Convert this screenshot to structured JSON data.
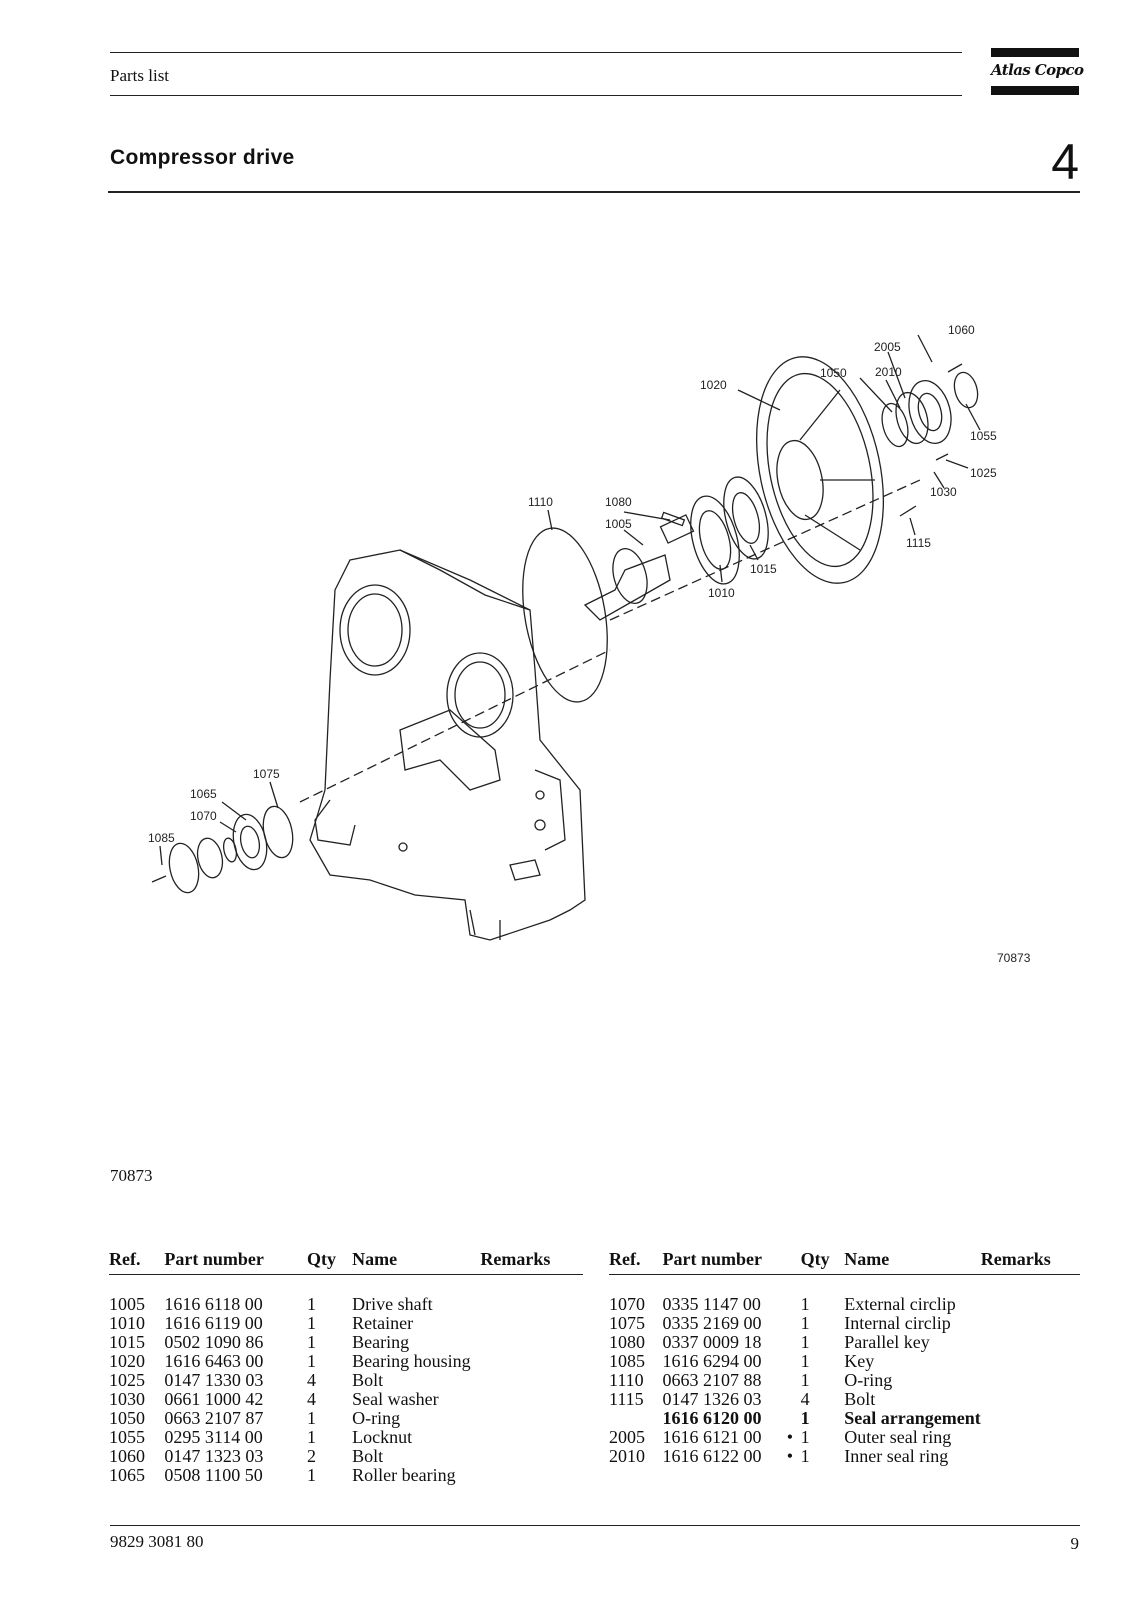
{
  "header": {
    "section_label": "Parts list",
    "brand": "Atlas Copco"
  },
  "title": {
    "text": "Compressor drive",
    "chapter": "4"
  },
  "drawing": {
    "drawing_number": "70873",
    "callouts": [
      "1060",
      "2005",
      "1050",
      "2010",
      "1020",
      "1055",
      "1025",
      "1030",
      "1110",
      "1080",
      "1005",
      "1115",
      "1015",
      "1010",
      "1075",
      "1065",
      "1070",
      "1085"
    ]
  },
  "figure_number": "70873",
  "table_headers": {
    "ref": "Ref.",
    "part_number": "Part number",
    "qty": "Qty",
    "name": "Name",
    "remarks": "Remarks"
  },
  "parts_left": [
    {
      "ref": "1005",
      "part_number": "1616 6118 00",
      "mark": "",
      "qty": "1",
      "name": "Drive shaft",
      "remarks": ""
    },
    {
      "ref": "1010",
      "part_number": "1616 6119 00",
      "mark": "",
      "qty": "1",
      "name": "Retainer",
      "remarks": ""
    },
    {
      "ref": "1015",
      "part_number": "0502 1090 86",
      "mark": "",
      "qty": "1",
      "name": "Bearing",
      "remarks": ""
    },
    {
      "ref": "1020",
      "part_number": "1616 6463 00",
      "mark": "",
      "qty": "1",
      "name": "Bearing housing",
      "remarks": ""
    },
    {
      "ref": "1025",
      "part_number": "0147 1330 03",
      "mark": "",
      "qty": "4",
      "name": "Bolt",
      "remarks": ""
    },
    {
      "ref": "1030",
      "part_number": "0661 1000 42",
      "mark": "",
      "qty": "4",
      "name": "Seal washer",
      "remarks": ""
    },
    {
      "ref": "1050",
      "part_number": "0663 2107 87",
      "mark": "",
      "qty": "1",
      "name": "O-ring",
      "remarks": ""
    },
    {
      "ref": "1055",
      "part_number": "0295 3114 00",
      "mark": "",
      "qty": "1",
      "name": "Locknut",
      "remarks": ""
    },
    {
      "ref": "1060",
      "part_number": "0147 1323 03",
      "mark": "",
      "qty": "2",
      "name": "Bolt",
      "remarks": ""
    },
    {
      "ref": "1065",
      "part_number": "0508 1100 50",
      "mark": "",
      "qty": "1",
      "name": "Roller bearing",
      "remarks": ""
    }
  ],
  "parts_right": [
    {
      "ref": "1070",
      "part_number": "0335 1147 00",
      "mark": "",
      "qty": "1",
      "name": "External circlip",
      "remarks": "",
      "bold": false
    },
    {
      "ref": "1075",
      "part_number": "0335 2169 00",
      "mark": "",
      "qty": "1",
      "name": "Internal circlip",
      "remarks": "",
      "bold": false
    },
    {
      "ref": "1080",
      "part_number": "0337 0009 18",
      "mark": "",
      "qty": "1",
      "name": "Parallel key",
      "remarks": "",
      "bold": false
    },
    {
      "ref": "1085",
      "part_number": "1616 6294 00",
      "mark": "",
      "qty": "1",
      "name": "Key",
      "remarks": "",
      "bold": false
    },
    {
      "ref": "1110",
      "part_number": "0663 2107 88",
      "mark": "",
      "qty": "1",
      "name": "O-ring",
      "remarks": "",
      "bold": false
    },
    {
      "ref": "1115",
      "part_number": "0147 1326 03",
      "mark": "",
      "qty": "4",
      "name": "Bolt",
      "remarks": "",
      "bold": false
    },
    {
      "ref": "",
      "part_number": "1616 6120 00",
      "mark": "",
      "qty": "1",
      "name": "Seal arrangement",
      "remarks": "",
      "bold": true
    },
    {
      "ref": "2005",
      "part_number": "1616 6121 00",
      "mark": "•",
      "qty": "1",
      "name": "Outer seal ring",
      "remarks": "",
      "bold": false
    },
    {
      "ref": "2010",
      "part_number": "1616 6122 00",
      "mark": "•",
      "qty": "1",
      "name": "Inner seal ring",
      "remarks": "",
      "bold": false
    }
  ],
  "footer": {
    "document_number": "9829 3081 80",
    "page_number": "9"
  }
}
